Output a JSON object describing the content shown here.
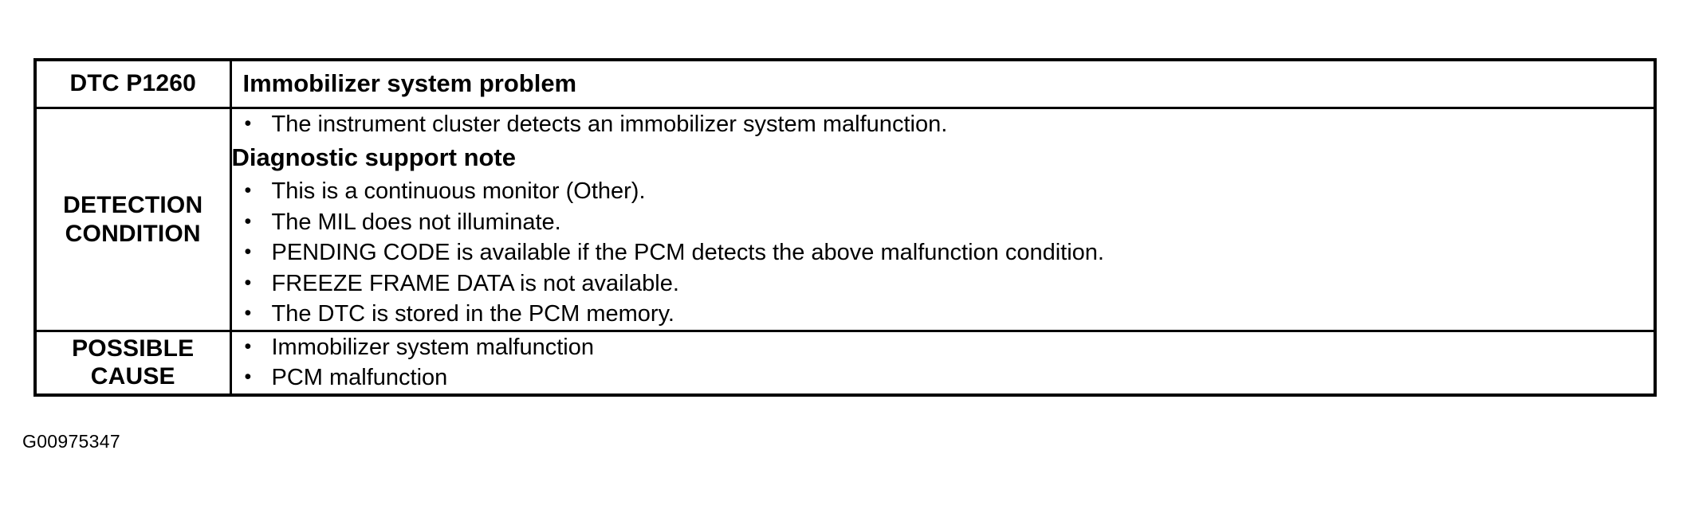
{
  "document": {
    "figure_id": "G00975347"
  },
  "table": {
    "rows": [
      {
        "label": "DTC P1260",
        "value": "Immobilizer system problem"
      },
      {
        "label": "DETECTION\nCONDITION",
        "intro_bullets": [
          "The instrument cluster detects an immobilizer system malfunction."
        ],
        "note_heading": "Diagnostic support note",
        "note_bullets": [
          "This is a continuous monitor (Other).",
          "The MIL does not illuminate.",
          "PENDING CODE is available if the PCM detects the above malfunction condition.",
          "FREEZE FRAME DATA is not available.",
          "The DTC is stored in the PCM memory."
        ]
      },
      {
        "label": "POSSIBLE\nCAUSE",
        "bullets": [
          "Immobilizer system malfunction",
          "PCM malfunction"
        ]
      }
    ]
  },
  "symbols": {
    "bullet": "•"
  }
}
